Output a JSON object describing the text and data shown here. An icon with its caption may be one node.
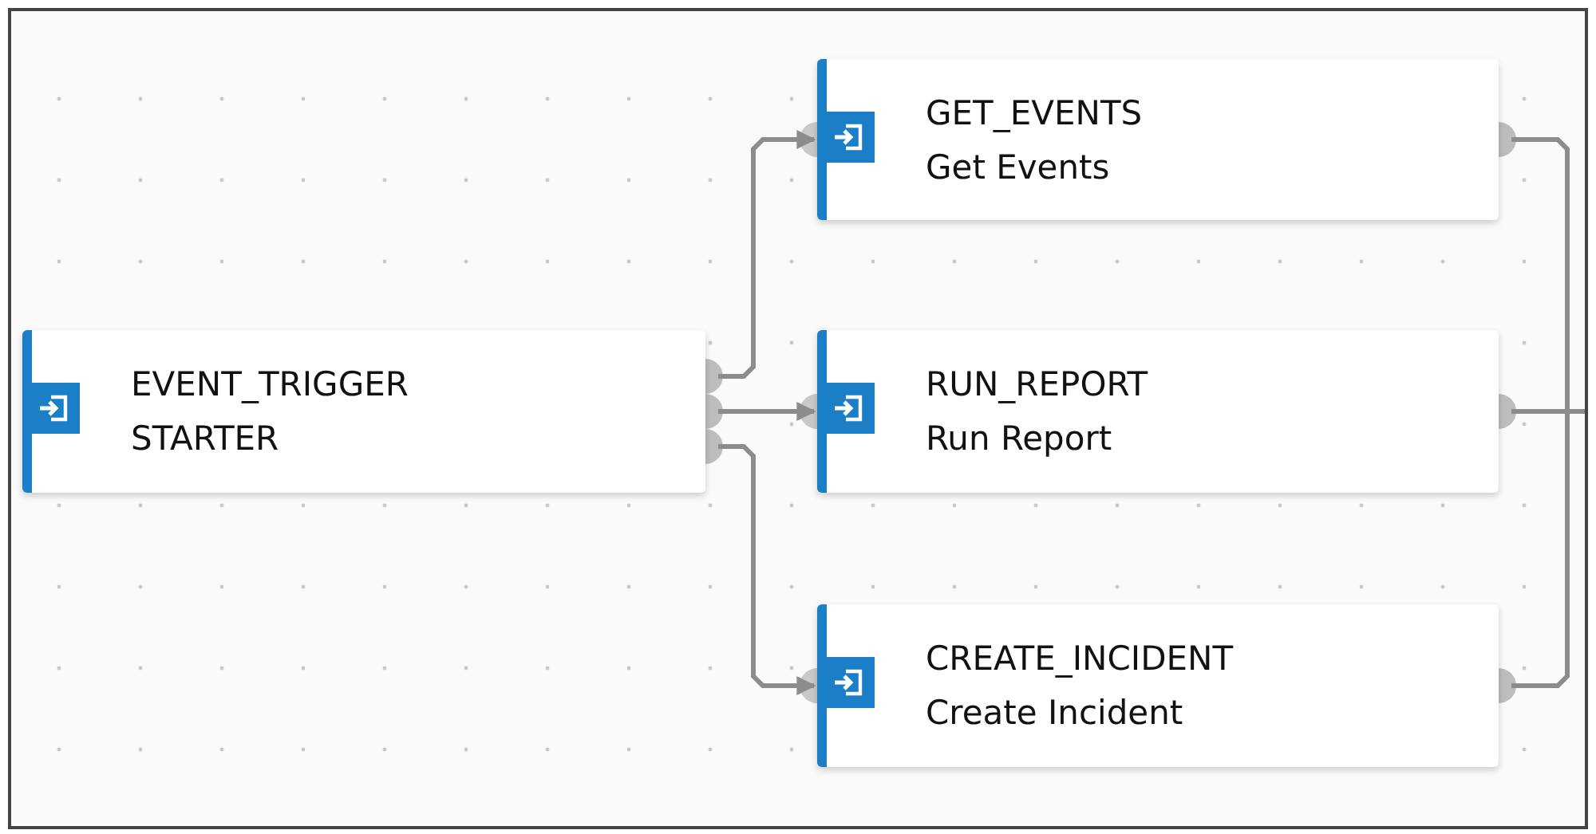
{
  "diagram": {
    "nodes": [
      {
        "text": [
          "EVENT_TRIGGER",
          "STARTER"
        ]
      },
      {
        "text": [
          "GET_EVENTS",
          "Get Events"
        ]
      },
      {
        "text": [
          "RUN_REPORT",
          "Run Report"
        ]
      },
      {
        "text": [
          "CREATE_INCIDENT",
          "Create Incident"
        ]
      }
    ],
    "edges": [
      {
        "from": 0,
        "to": 1,
        "arrow": "to"
      },
      {
        "from": 0,
        "to": 2,
        "arrow": "to"
      },
      {
        "from": 0,
        "to": 3,
        "arrow": "to"
      },
      {
        "from": 1,
        "to": null,
        "arrow": "none"
      },
      {
        "from": 2,
        "to": null,
        "arrow": "none"
      },
      {
        "from": 3,
        "to": null,
        "arrow": "none"
      }
    ]
  }
}
